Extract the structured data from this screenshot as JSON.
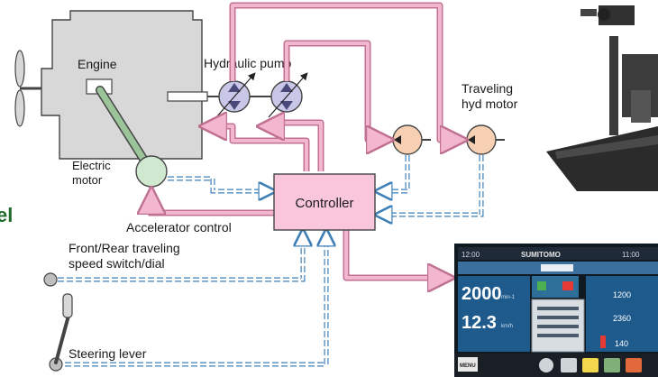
{
  "labels": {
    "engine": "Engine",
    "hydraulic_pump": "Hydraulic pump",
    "traveling_motor_line1": "Traveling",
    "traveling_motor_line2": "hyd motor",
    "electric_motor_line1": "Electric",
    "electric_motor_line2": "motor",
    "controller": "Controller",
    "accelerator_control": "Accelerator control",
    "speed_switch_line1": "Front/Rear traveling",
    "speed_switch_line2": "speed switch/dial",
    "steering_lever": "Steering lever",
    "cut_heading": "el"
  },
  "monitor": {
    "top_left": "12:00",
    "top_brand": "SUMITOMO",
    "top_right": "11:00",
    "rpm": "2000",
    "rpm_unit": "min-1",
    "speed": "12.3",
    "speed_unit": "km/h",
    "right_value_1": "1200",
    "right_value_2": "2360",
    "temperature": "140",
    "menu_label": "MENU"
  },
  "colors": {
    "engine_fill": "#d8d8d8",
    "pump_fill": "#c9c7e8",
    "motor_fill": "#f7cfb2",
    "electric_motor_fill": "#cfe8cf",
    "controller_fill": "#f9c6dc",
    "hydraulic_line": "#f2b6cf",
    "signal_line": "#3f7fb6",
    "heading": "#1f6b2c"
  }
}
